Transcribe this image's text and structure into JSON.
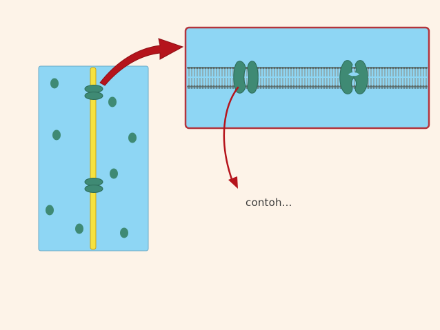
{
  "caption": "contoh...",
  "colors": {
    "background": "#fdf3e8",
    "fluid": "#8ed6f4",
    "membrane_strip": "#f6e23e",
    "membrane_strip_edge": "#c8a21a",
    "protein": "#3f8a74",
    "protein_edge": "#2b6b58",
    "molecule": "#3f8a74",
    "lipid_head": "#5a6b6a",
    "lipid_tail": "#d8d8d8",
    "zoom_border": "#b3343c",
    "arrow": "#b5141c"
  },
  "icons": {
    "overview_cell": "cell-section-panel",
    "zoom_view": "membrane-zoom-panel",
    "protein_channel": "channel-protein-icon",
    "protein_carrier": "carrier-protein-icon",
    "molecule": "solute-molecule-dot"
  }
}
